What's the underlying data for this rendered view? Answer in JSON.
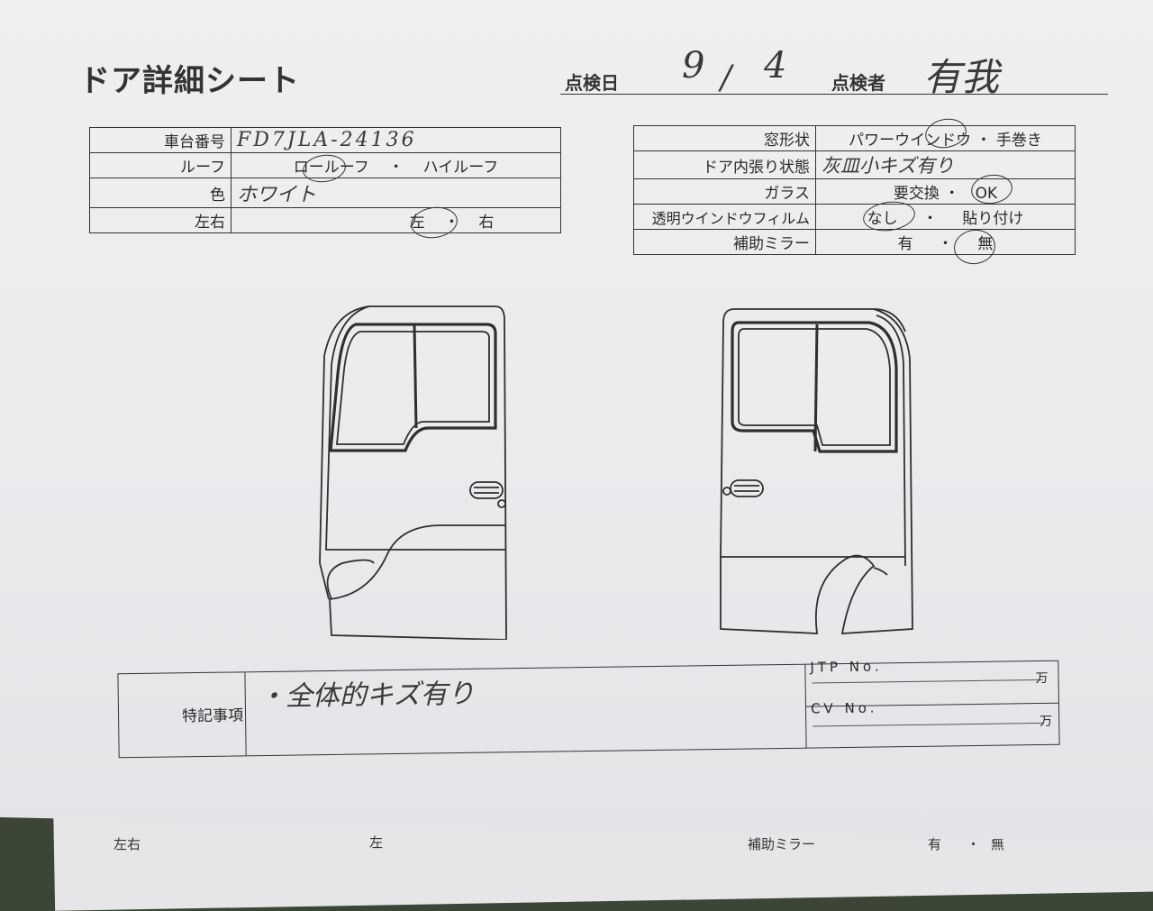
{
  "header": {
    "title": "ドア詳細シート",
    "inspection_date_label": "点検日",
    "inspection_date_month": "9",
    "inspection_date_sep": "/",
    "inspection_date_day": "4",
    "inspector_label": "点検者",
    "inspector_value": "有我"
  },
  "vehicle_table": {
    "rows": [
      {
        "label": "車台番号",
        "value": "FD7JLA-24136"
      },
      {
        "label": "ルーフ",
        "options": [
          "ロールーフ",
          "・",
          "ハイルーフ"
        ],
        "selected": "ロールーフ"
      },
      {
        "label": "色",
        "value": "ホワイト"
      },
      {
        "label": "左右",
        "options": [
          "左",
          "・",
          "右"
        ],
        "selected": "右"
      }
    ]
  },
  "condition_table": {
    "rows": [
      {
        "label": "窓形状",
        "options": [
          "パワーウインドウ",
          "・",
          "手巻き"
        ],
        "selected": "パワーウインドウ"
      },
      {
        "label": "ドア内張り状態",
        "value": "灰皿小キズ有り"
      },
      {
        "label": "ガラス",
        "options": [
          "要交換",
          "・",
          "OK"
        ],
        "selected": "OK"
      },
      {
        "label": "透明ウインドウフィルム",
        "options": [
          "なし",
          "・",
          "貼り付け"
        ],
        "selected": "なし"
      },
      {
        "label": "補助ミラー",
        "options": [
          "有",
          "・",
          "無"
        ],
        "selected": "無"
      }
    ]
  },
  "notes": {
    "label": "特記事項",
    "value": "・全体的キズ有り",
    "jtp_label": "JTP No.",
    "jtp_unit": "万",
    "cv_label": "CV No.",
    "cv_unit": "万"
  },
  "background_sheet": {
    "left_label": "左右",
    "left_value": "左",
    "mirror_label": "補助ミラー",
    "mirror_options": [
      "有",
      "・",
      "無"
    ]
  }
}
